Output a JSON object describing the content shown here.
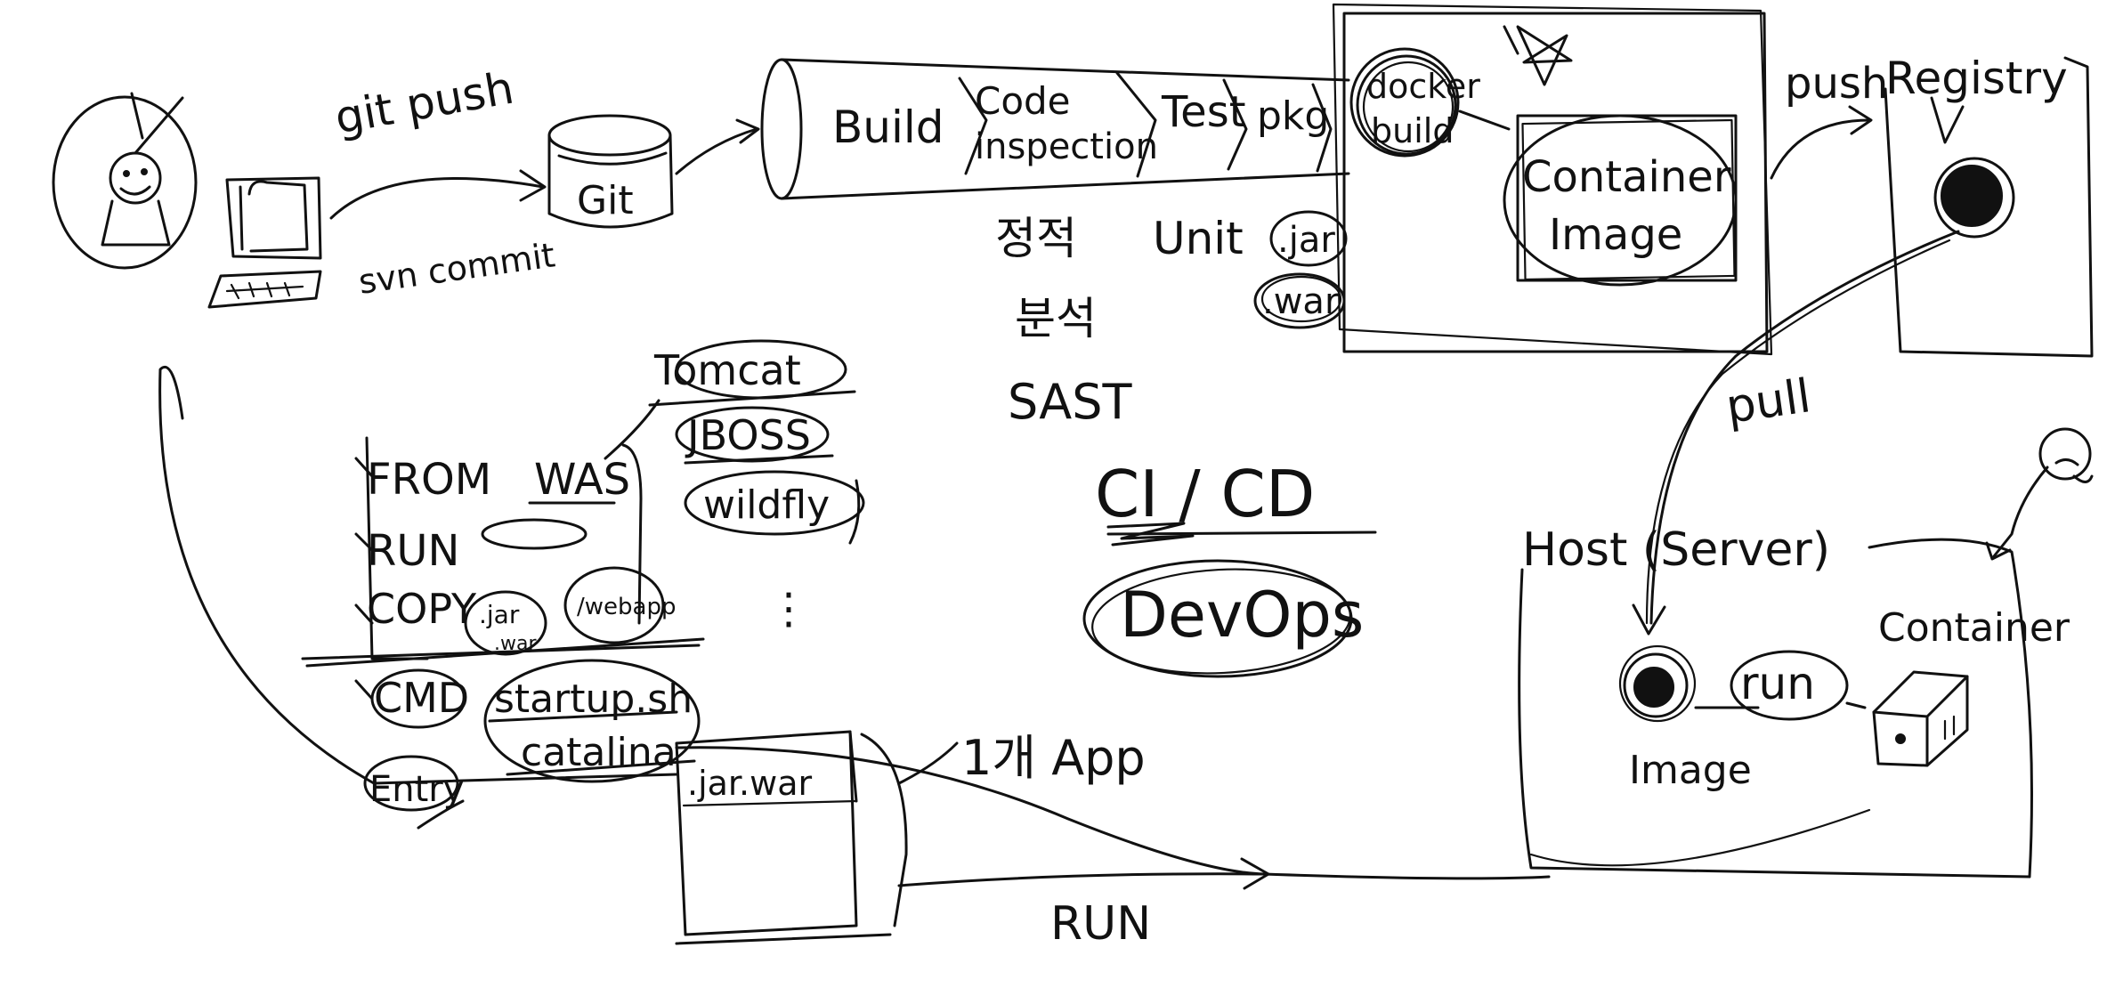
{
  "labels": {
    "git_push": "git push",
    "svn_commit": "svn commit",
    "git": "Git",
    "build": "Build",
    "code": "Code",
    "inspection": "inspection",
    "test": "Test",
    "pkg": "pkg",
    "docker": "docker",
    "docker_build": "build",
    "container": "Container",
    "image": "Image",
    "push": "push",
    "registry": "Registry",
    "korean_1": "정적",
    "korean_2": "분석",
    "sast": "SAST",
    "unit": "Unit",
    "jar": ".jar",
    "war": ".war",
    "pull": "pull",
    "ci_cd": "CI / CD",
    "devops": "DevOps",
    "host_server": "Host (Server)",
    "container_label": "Container",
    "run_circle": "run",
    "host_image": "Image",
    "tomcat": "Tomcat",
    "jboss": "JBOSS",
    "wildfly": "wildfly",
    "dockerfile": {
      "from": "FROM",
      "was": "WAS",
      "run": "RUN",
      "copy": "COPY",
      "copy_jar": ".jar",
      "copy_war": ".war",
      "copy_webapp": "/webapp",
      "cmd": "CMD",
      "startup": "startup.sh",
      "catalina": "catalina",
      "entry": "Entry"
    },
    "jar_war_box": ".jar.war",
    "app": "1개 App",
    "run_bottom": "RUN",
    "dots": "⋮"
  }
}
